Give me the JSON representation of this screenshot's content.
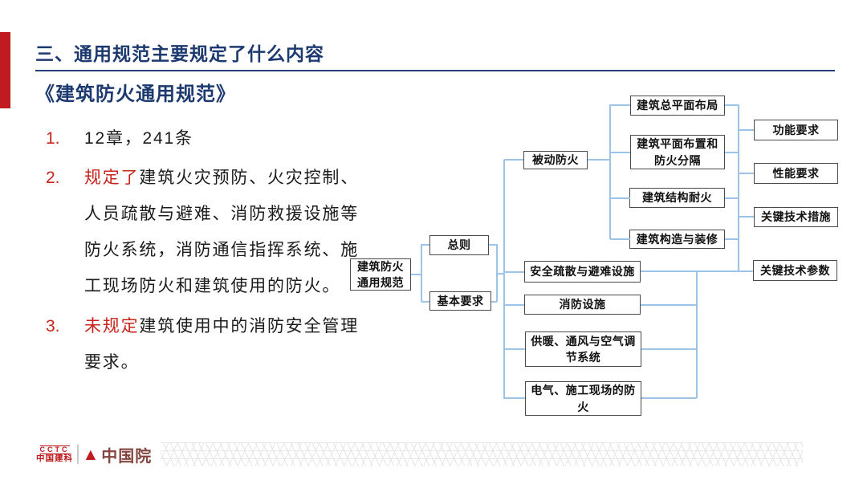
{
  "header": {
    "title": "三、通用规范主要规定了什么内容",
    "subtitle": "《建筑防火通用规范》"
  },
  "list": {
    "item1": {
      "num": "1.",
      "text": "12章，241条"
    },
    "item2": {
      "num": "2.",
      "lead": "规定了",
      "line1": "建筑火灾预防、火灾控制、",
      "line2": "人员疏散与避难、消防救援设施等",
      "line3": "防火系统，消防通信指挥系统、施",
      "line4": "工现场防火和建筑使用的防火。"
    },
    "item3": {
      "num": "3.",
      "lead": "未规定",
      "line1": "建筑使用中的消防安全管理",
      "line2": "要求。"
    }
  },
  "diagram": {
    "root": "建筑防火通用规范",
    "level2": [
      "总则",
      "基本要求"
    ],
    "level3": [
      "被动防火",
      "安全疏散与避难设施",
      "消防设施",
      "供暖、通风与空气调节系统",
      "电气、施工现场的防火"
    ],
    "level4": [
      "建筑总平面布局",
      "建筑平面布置和防火分隔",
      "建筑结构耐火",
      "建筑构造与装修"
    ],
    "level5": [
      "功能要求",
      "性能要求",
      "关键技术措施",
      "关键技术参数"
    ]
  },
  "footer": {
    "logo_cctc": "CCTC",
    "logo_jianke": "中国建科",
    "logo_yuan": "中国院"
  },
  "colors": {
    "accent_red": "#c01b20",
    "title_navy": "#1d3a70",
    "text_red": "#c7241c",
    "connector_blue": "#9dc3e6",
    "box_border": "#4a4a4a"
  }
}
